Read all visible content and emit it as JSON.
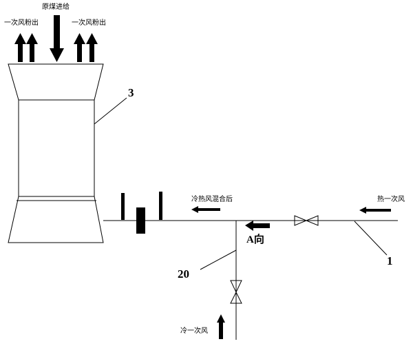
{
  "labels": {
    "primary_air_out_left": "一次风粉出",
    "raw_coal_in": "原煤进给",
    "primary_air_out_right": "一次风粉出",
    "mixed_air": "冷热风混合后",
    "hot_primary_air": "热一次风",
    "direction_a": "A向",
    "cold_primary_air": "冷一次风"
  },
  "callouts": {
    "mill": "3",
    "hot_pipe": "1",
    "cold_pipe": "20"
  },
  "colors": {
    "ink": "#000000",
    "background": "#ffffff"
  }
}
